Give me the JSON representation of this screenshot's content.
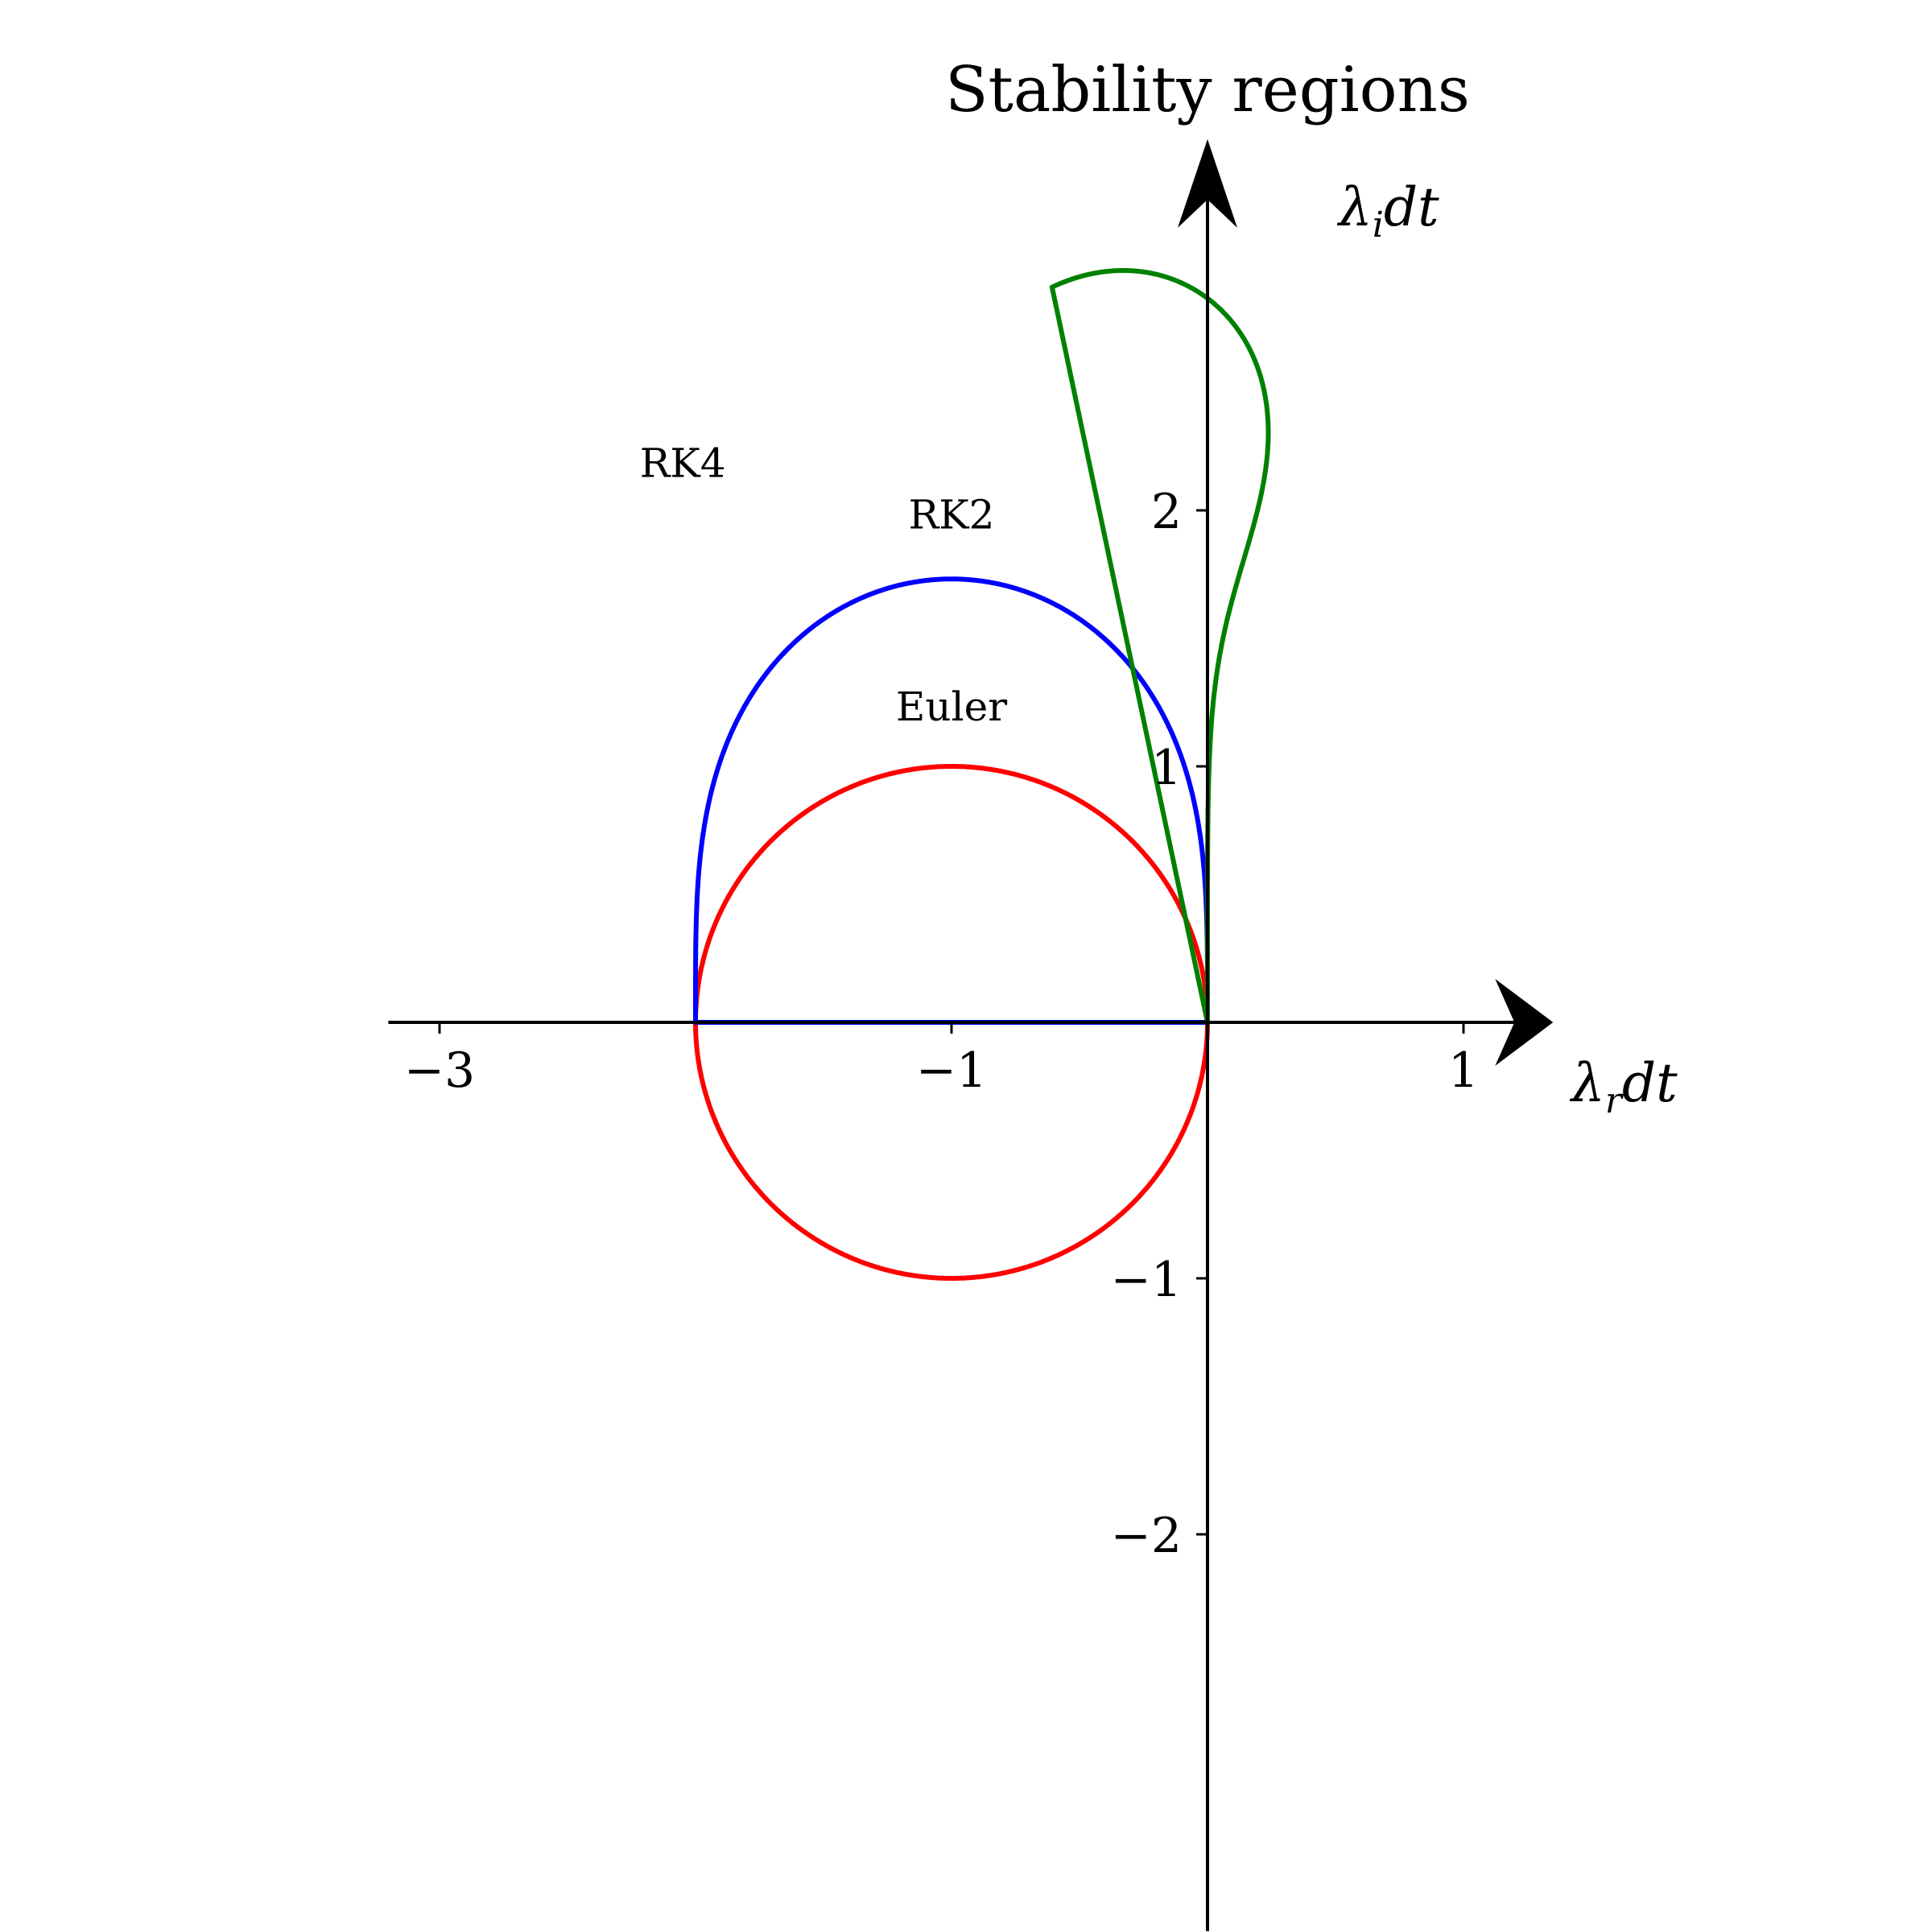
{
  "chart_data": {
    "type": "line",
    "title": "Stability regions",
    "xlabel": {
      "base": "λ",
      "sub": "r",
      "rest": "dt"
    },
    "ylabel": {
      "base": "λ",
      "sub": "i",
      "rest": "dt"
    },
    "xlim": [
      -3.2,
      1.35
    ],
    "ylim": [
      -3.55,
      3.45
    ],
    "grid": false,
    "axes_style": "centered-arrows",
    "xticks": [
      {
        "value": -3,
        "label": "−3"
      },
      {
        "value": -1,
        "label": "−1"
      },
      {
        "value": 1,
        "label": "1"
      }
    ],
    "yticks": [
      {
        "value": 2,
        "label": "2"
      },
      {
        "value": 1,
        "label": "1"
      },
      {
        "value": -1,
        "label": "−1"
      },
      {
        "value": -2,
        "label": "−2"
      }
    ],
    "series": [
      {
        "name": "Euler",
        "method_order": 1,
        "color": "#ff0000",
        "label_at": [
          -1.0,
          1.18
        ]
      },
      {
        "name": "RK2",
        "method_order": 2,
        "color": "#0000ff",
        "label_at": [
          -1.0,
          1.93
        ]
      },
      {
        "name": "RK4",
        "method_order": 4,
        "color": "#008000",
        "label_at": [
          -2.05,
          2.13
        ]
      }
    ]
  }
}
